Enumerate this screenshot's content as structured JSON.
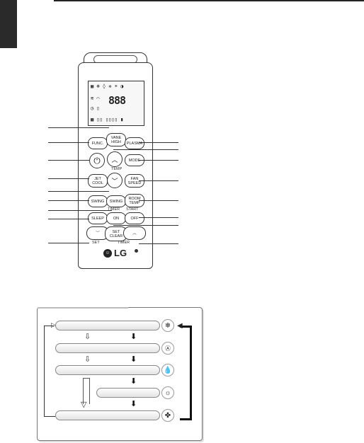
{
  "remote": {
    "lcd_big": "888",
    "buttons": {
      "func": "FUNC.",
      "vane_high": "VANE\nHIGH",
      "plasma": "PLASMA",
      "mode": "MODE",
      "jet_cool": "JET\nCOOL",
      "fan_speed": "FAN\nSPEED",
      "swing_left": "SWING",
      "swing_right": "SWING",
      "room_temp": "ROOM\nTEMP",
      "sleep": "SLEEP",
      "on": "ON",
      "off": "OFF",
      "set_clear": "SET\nCLEAR"
    },
    "labels": {
      "temp": "TEMP",
      "timer": "TIMER",
      "start": "START",
      "set": "SET",
      "timer_bottom": "TIMER"
    },
    "logo": "LG"
  },
  "flow": {
    "icons": [
      "snowflake-icon",
      "auto-icon",
      "drop-icon",
      "sun-icon",
      "fan-icon"
    ]
  }
}
